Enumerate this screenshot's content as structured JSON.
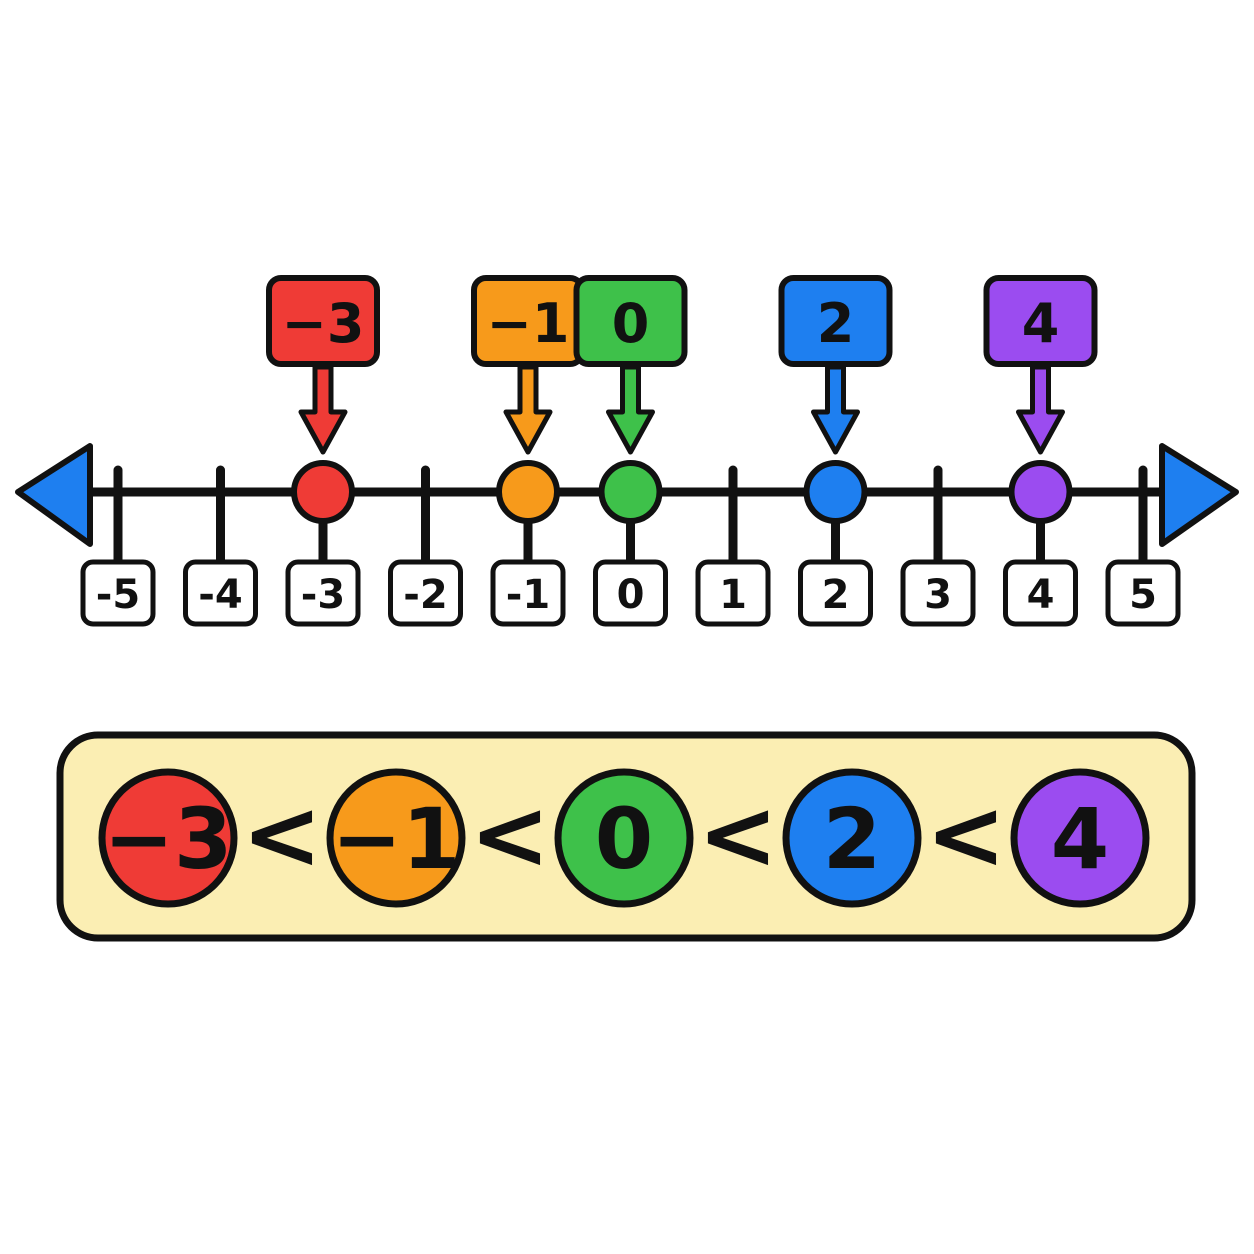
{
  "number_line": {
    "min": -5,
    "max": 5,
    "tick_labels": [
      "-5",
      "-4",
      "-3",
      "-2",
      "-1",
      "0",
      "1",
      "2",
      "3",
      "4",
      "5"
    ],
    "arrow_color": "#1e7ff0",
    "tick_label_style": "white-boxed"
  },
  "points": [
    {
      "value": -3,
      "label": "−3",
      "color": "#ef3b36"
    },
    {
      "value": -1,
      "label": "−1",
      "color": "#f79a1b"
    },
    {
      "value": 0,
      "label": "0",
      "color": "#3ec14a"
    },
    {
      "value": 2,
      "label": "2",
      "color": "#1e7ff0"
    },
    {
      "value": 4,
      "label": "4",
      "color": "#9b4cf0"
    }
  ],
  "ordering": {
    "items": [
      {
        "label": "−3",
        "color": "#ef3b36"
      },
      {
        "label": "−1",
        "color": "#f79a1b"
      },
      {
        "label": "0",
        "color": "#3ec14a"
      },
      {
        "label": "2",
        "color": "#1e7ff0"
      },
      {
        "label": "4",
        "color": "#9b4cf0"
      }
    ],
    "symbol": "<",
    "panel_color": "#fbeeb3"
  }
}
